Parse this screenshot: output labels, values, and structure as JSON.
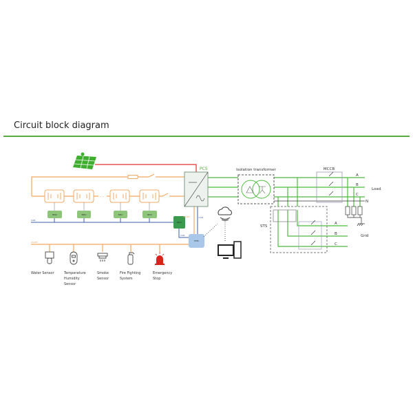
{
  "title": "Circuit block diagram",
  "pcs": "PCS",
  "transformer": "Isolation transformer",
  "mccb": "MCCB",
  "sts": "STS",
  "load": {
    "label": "Load",
    "phases": [
      "A",
      "B",
      "C"
    ],
    "neutral": "N"
  },
  "grid": {
    "label": "Grid",
    "phases": [
      "A",
      "B",
      "C"
    ]
  },
  "bmu": [
    "BMU",
    "BMU",
    "BMU",
    "BMU"
  ],
  "bcu": "BCU",
  "ems": "EMS",
  "bus": {
    "can": "CAN",
    "rs485": "RS485",
    "can_pcs": "CAN",
    "can_ems": "CAN",
    "rs485_pcs": "RS485"
  },
  "sensors": [
    {
      "icon": "water-sensor-icon",
      "lines": [
        "Water Sensor"
      ]
    },
    {
      "icon": "thermometer-hygrometer-icon",
      "lines": [
        "Temperature",
        "Humidity",
        "Sensor"
      ]
    },
    {
      "icon": "smoke-detector-icon",
      "lines": [
        "Smoke",
        "Sensor"
      ]
    },
    {
      "icon": "fire-extinguisher-icon",
      "lines": [
        "Fire Fighting",
        "System"
      ]
    },
    {
      "icon": "emergency-light-icon",
      "lines": [
        "Emergency",
        "Stop"
      ]
    }
  ],
  "colors": {
    "dc": "#f0a860",
    "pv": "#e03030",
    "ac": "#4cbb3c",
    "can": "#3b5ca8",
    "accent": "#5aab3e"
  }
}
